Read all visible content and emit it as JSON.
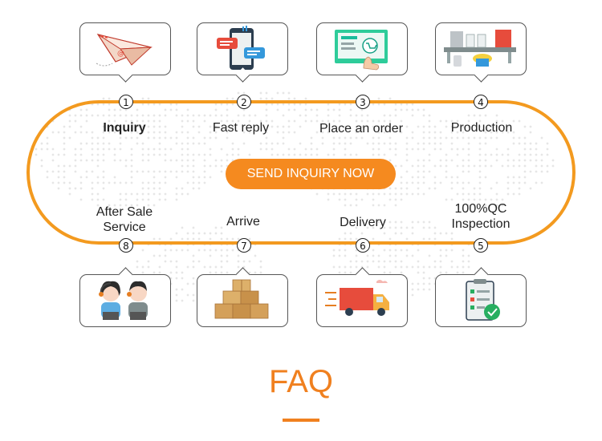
{
  "colors": {
    "accent": "#f58a1f",
    "track": "#f39a1f",
    "text": "#222222"
  },
  "cta": {
    "label": "SEND INQUIRY NOW"
  },
  "steps": [
    {
      "num": "1",
      "label": "Inquiry",
      "icon": "paper-plane-email-icon"
    },
    {
      "num": "2",
      "label": "Fast reply",
      "icon": "phone-chat-icon"
    },
    {
      "num": "3",
      "label": "Place an order",
      "icon": "online-order-screen-icon"
    },
    {
      "num": "4",
      "label": "Production",
      "icon": "factory-line-icon"
    },
    {
      "num": "5",
      "label": "100%QC Inspection",
      "line1": "100%QC",
      "line2": "Inspection",
      "icon": "qc-clipboard-check-icon"
    },
    {
      "num": "6",
      "label": "Delivery",
      "icon": "delivery-truck-icon"
    },
    {
      "num": "7",
      "label": "Arrive",
      "icon": "boxes-stack-icon"
    },
    {
      "num": "8",
      "label": "After Sale Service",
      "line1": "After Sale",
      "line2": "Service",
      "icon": "support-agents-icon"
    }
  ],
  "faq": {
    "title": "FAQ"
  }
}
